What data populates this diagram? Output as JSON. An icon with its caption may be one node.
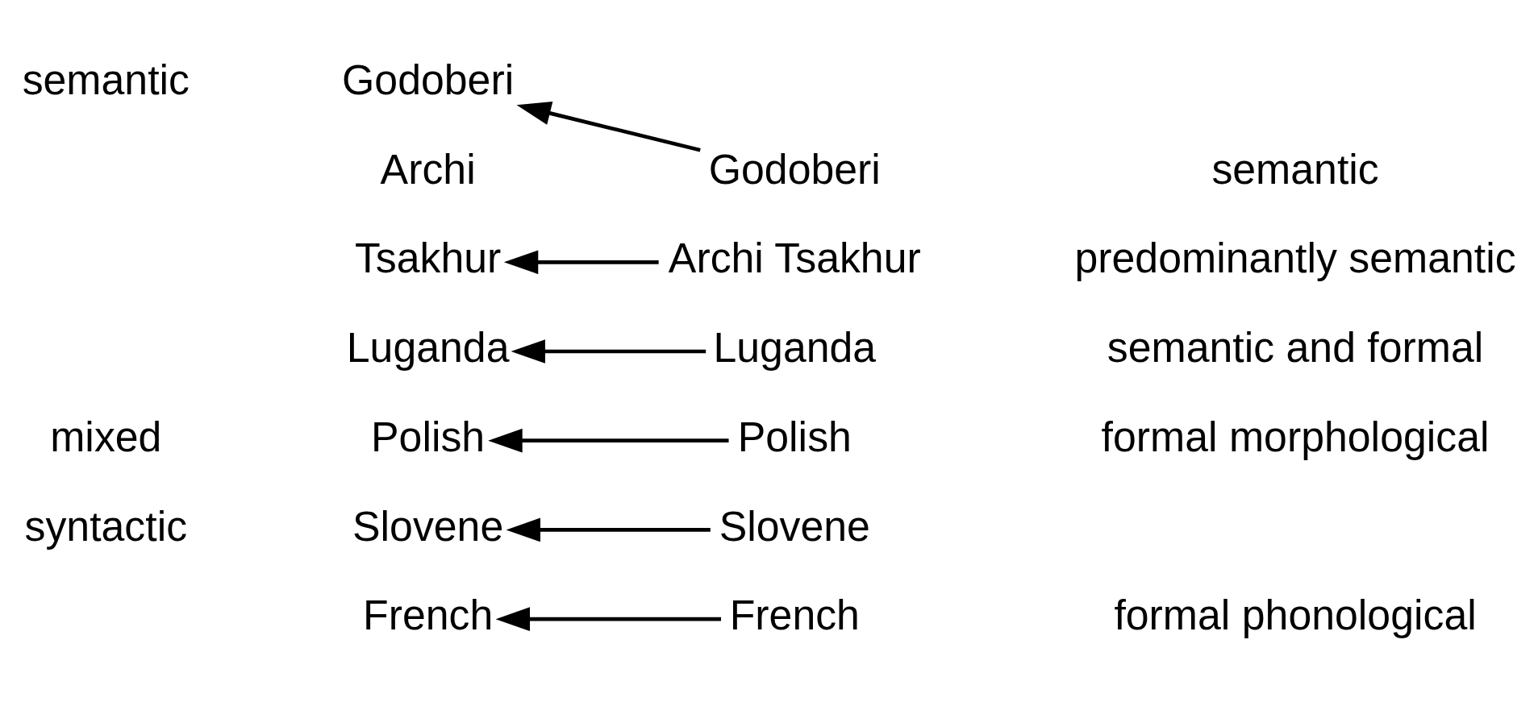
{
  "diagram": {
    "nodes": [
      {
        "text": [
          "Godoberi"
        ]
      },
      {
        "text": [
          "Archi"
        ]
      },
      {
        "text": [
          "Tsakhur"
        ]
      },
      {
        "text": [
          "Luganda"
        ]
      },
      {
        "text": [
          "Polish"
        ]
      },
      {
        "text": [
          "Slovene"
        ]
      },
      {
        "text": [
          "French"
        ]
      },
      {
        "text": [
          "Godoberi"
        ]
      },
      {
        "text": [
          "Archi Tsakhur"
        ]
      },
      {
        "text": [
          "Luganda"
        ]
      },
      {
        "text": [
          "Polish"
        ]
      },
      {
        "text": [
          "Slovene"
        ]
      },
      {
        "text": [
          "French"
        ]
      }
    ],
    "edges": [
      {
        "from": 7,
        "to": 0,
        "arrow": "to"
      },
      {
        "from": 8,
        "to": 2,
        "arrow": "to"
      },
      {
        "from": 9,
        "to": 3,
        "arrow": "to"
      },
      {
        "from": 10,
        "to": 4,
        "arrow": "to"
      },
      {
        "from": 11,
        "to": 5,
        "arrow": "to"
      },
      {
        "from": 12,
        "to": 6,
        "arrow": "to"
      }
    ],
    "labels": [
      "semantic",
      "semantic",
      "predominantly semantic",
      "mixed",
      "semantic and formal",
      "formal morphological",
      "syntactic",
      "formal phonological"
    ]
  }
}
